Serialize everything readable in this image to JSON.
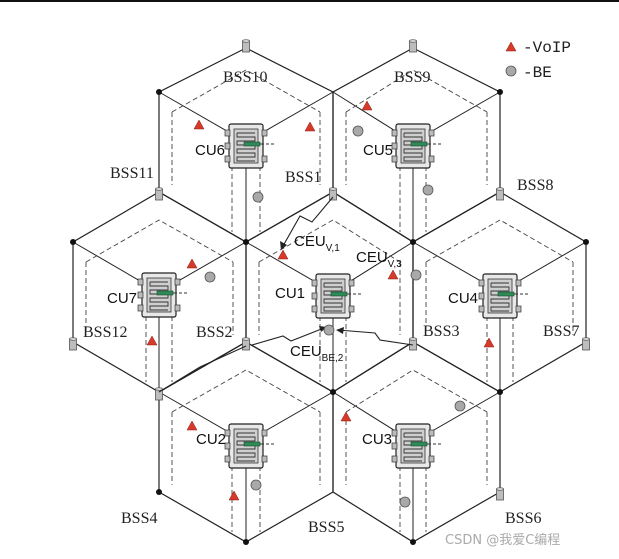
{
  "legend": {
    "voip_label": "-VoIP",
    "be_label": "-BE"
  },
  "bss": {
    "bss1": "BSS1",
    "bss2": "BSS2",
    "bss3": "BSS3",
    "bss4": "BSS4",
    "bss5": "BSS5",
    "bss6": "BSS6",
    "bss7": "BSS7",
    "bss8": "BSS8",
    "bss9": "BSS9",
    "bss10": "BSS10",
    "bss11": "BSS11",
    "bss12": "BSS12"
  },
  "cu": {
    "cu1": "CU1",
    "cu2": "CU2",
    "cu3": "CU3",
    "cu4": "CU4",
    "cu5": "CU5",
    "cu6": "CU6",
    "cu7": "CU7"
  },
  "ceu": {
    "v1_base": "CEU",
    "v1_sub": "V,1",
    "v3_base": "CEU",
    "v3_sub": "V,3",
    "be2_base": "CEU",
    "be2_sub": "BE,2"
  },
  "watermark": "CSDN @我爱C编程",
  "colors": {
    "voip": "#d63a2a",
    "be": "#a9a9a9",
    "line": "#222222"
  }
}
